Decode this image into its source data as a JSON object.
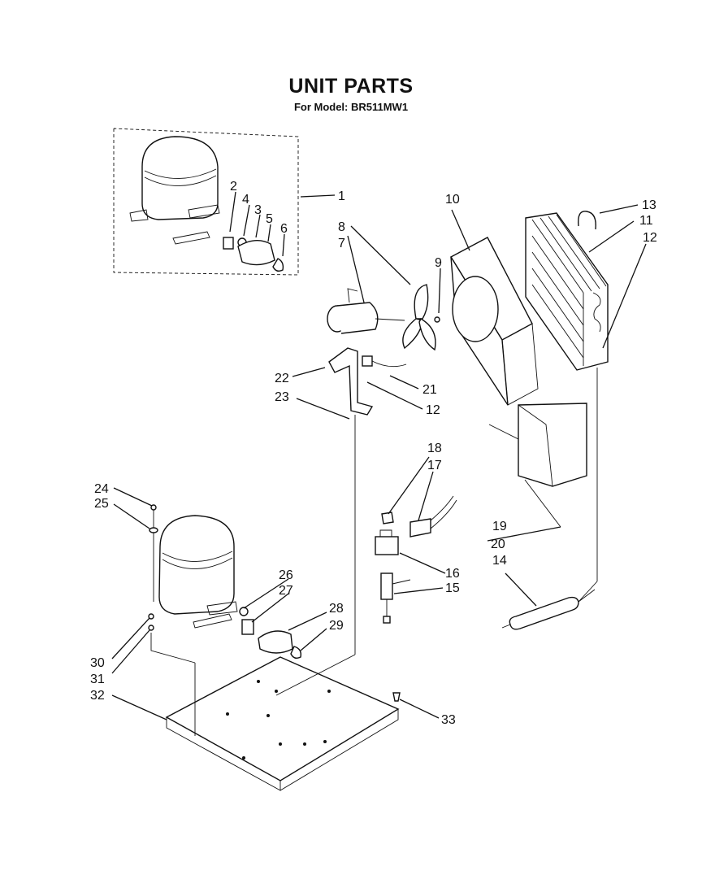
{
  "header": {
    "title": "UNIT PARTS",
    "subtitle": "For Model: BR511MW1"
  },
  "callouts": [
    {
      "id": "c1",
      "label": "1"
    },
    {
      "id": "c2",
      "label": "2"
    },
    {
      "id": "c3",
      "label": "3"
    },
    {
      "id": "c4",
      "label": "4"
    },
    {
      "id": "c5",
      "label": "5"
    },
    {
      "id": "c6",
      "label": "6"
    },
    {
      "id": "c7",
      "label": "7"
    },
    {
      "id": "c8",
      "label": "8"
    },
    {
      "id": "c9",
      "label": "9"
    },
    {
      "id": "c10",
      "label": "10"
    },
    {
      "id": "c11",
      "label": "11"
    },
    {
      "id": "c12a",
      "label": "12"
    },
    {
      "id": "c12b",
      "label": "12"
    },
    {
      "id": "c13",
      "label": "13"
    },
    {
      "id": "c14",
      "label": "14"
    },
    {
      "id": "c15",
      "label": "15"
    },
    {
      "id": "c16",
      "label": "16"
    },
    {
      "id": "c17",
      "label": "17"
    },
    {
      "id": "c18",
      "label": "18"
    },
    {
      "id": "c19",
      "label": "19"
    },
    {
      "id": "c20",
      "label": "20"
    },
    {
      "id": "c21",
      "label": "21"
    },
    {
      "id": "c22",
      "label": "22"
    },
    {
      "id": "c23",
      "label": "23"
    },
    {
      "id": "c24",
      "label": "24"
    },
    {
      "id": "c25",
      "label": "25"
    },
    {
      "id": "c26",
      "label": "26"
    },
    {
      "id": "c27",
      "label": "27"
    },
    {
      "id": "c28",
      "label": "28"
    },
    {
      "id": "c29",
      "label": "29"
    },
    {
      "id": "c30",
      "label": "30"
    },
    {
      "id": "c31",
      "label": "31"
    },
    {
      "id": "c32",
      "label": "32"
    },
    {
      "id": "c33",
      "label": "33"
    }
  ]
}
